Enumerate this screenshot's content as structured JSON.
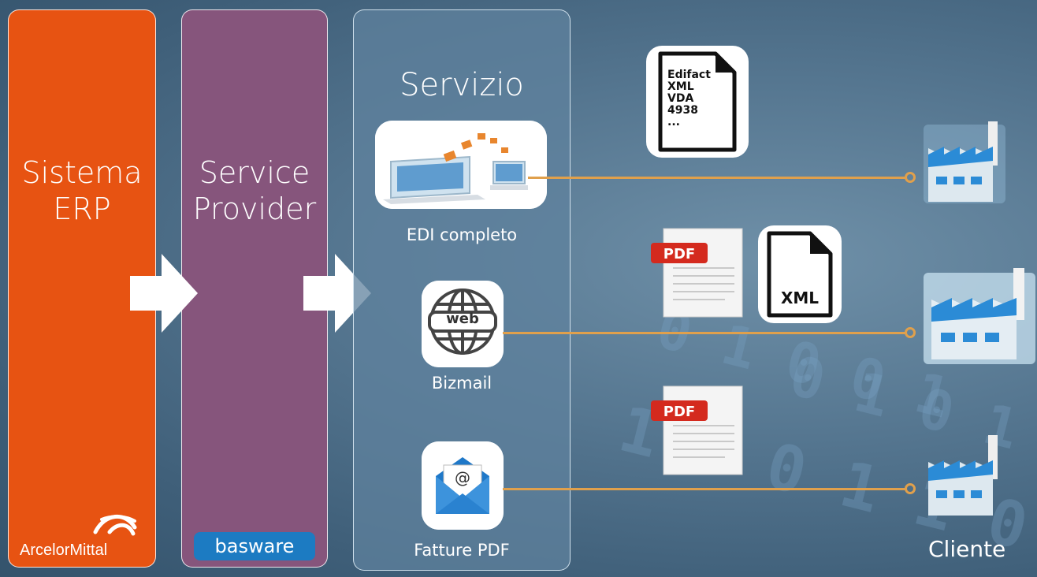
{
  "columns": {
    "erp": {
      "title_line1": "Sistema",
      "title_line2": "ERP",
      "logo_text": "ArcelorMittal",
      "color": "#e75312"
    },
    "sp": {
      "title_line1": "Service",
      "title_line2": "Provider",
      "logo_text": "basware",
      "color": "#86557c"
    },
    "svc": {
      "title": "Servizio"
    }
  },
  "services": [
    {
      "label": "EDI completo",
      "icon": "computer-transfer-icon"
    },
    {
      "label": "Bizmail",
      "icon": "web-globe-icon",
      "icon_text": "web"
    },
    {
      "label": "Fatture PDF",
      "icon": "email-at-icon",
      "icon_text": "@"
    }
  ],
  "documents": {
    "edi_formats": [
      "Edifact",
      "XML",
      "VDA",
      "4938",
      "..."
    ],
    "pdf_label": "PDF",
    "xml_label": "XML"
  },
  "customer_label": "Cliente",
  "connector_color": "#e0a04c"
}
